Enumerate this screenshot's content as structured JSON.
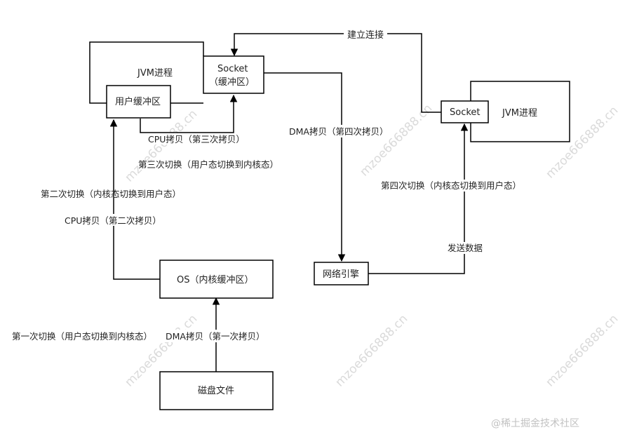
{
  "nodes": {
    "jvm_left_label": "JVM进程",
    "user_buffer": "用户缓冲区",
    "socket_left_line1": "Socket",
    "socket_left_line2": "（缓冲区）",
    "os_buffer": "OS（内核缓冲区）",
    "disk_file": "磁盘文件",
    "net_engine": "网络引擎",
    "socket_right": "Socket",
    "jvm_right_label": "JVM进程"
  },
  "edges": {
    "establish_connection": "建立连接",
    "cpu_copy_3": "CPU拷贝（第三次拷贝）",
    "switch_3": "第三次切换（用户态切换到内核态）",
    "switch_2": "第二次切换（内核态切换到用户态）",
    "cpu_copy_2": "CPU拷贝（第二次拷贝）",
    "dma_copy_4": "DMA拷贝（第四次拷贝）",
    "switch_4": "第四次切换（内核态切换到用户态）",
    "send_data": "发送数据",
    "switch_1": "第一次切换（用户态切换到内核态）",
    "dma_copy_1": "DMA拷贝（第一次拷贝）"
  },
  "watermarks": {
    "w1": "mzoe666888.cn",
    "w2": "mzoe666888.cn",
    "w3": "mzoe666888.cn",
    "w4": "mzoe666888.cn",
    "w5": "mzoe666888.cn",
    "w6": "mzoe666888.cn"
  },
  "credit": "@稀土掘金技术社区"
}
